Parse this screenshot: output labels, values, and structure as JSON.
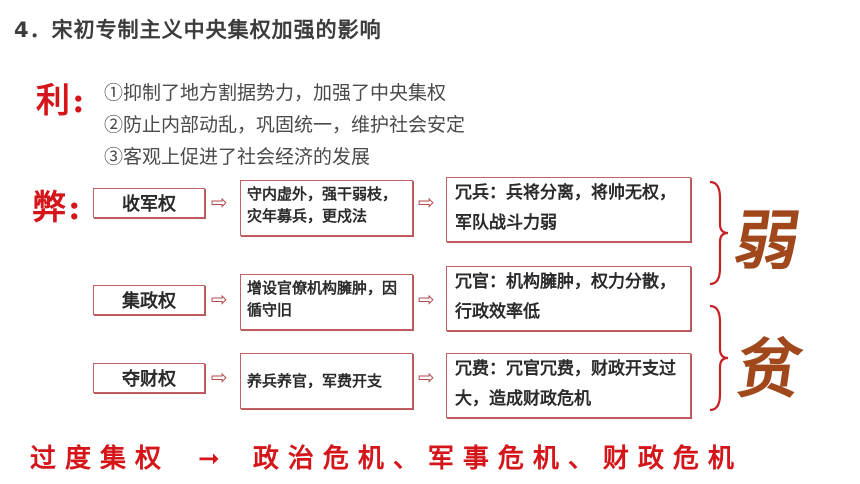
{
  "title": "4．宋初专制主义中央集权加强的影响",
  "pros": {
    "heading": "利:",
    "items": [
      "①抑制了地方割据势力，加强了中央集权",
      "②防止内部动乱，巩固统一，维护社会安定",
      "③客观上促进了社会经济的发展"
    ]
  },
  "cons": {
    "heading": "弊:",
    "rows": [
      {
        "source": "收军权",
        "measure": "守内虚外，强干弱枝，灾年募兵，更戍法",
        "result": "冗兵：兵将分离，将帅无权，军队战斗力弱"
      },
      {
        "source": "集政权",
        "measure": "增设官僚机构臃肿，因循守旧",
        "result": "冗官：机构臃肿，权力分散，行政效率低"
      },
      {
        "source": "夺财权",
        "measure": "养兵养官，军费开支",
        "result": "冗费：冗官冗费，财政开支过大，造成财政危机"
      }
    ],
    "arrow": "⇨"
  },
  "labels": {
    "weak": "弱",
    "poor": "贫"
  },
  "conclusion": {
    "left": "过度集权",
    "arrow": "➞",
    "right": "政治危机、军事危机、财政危机"
  }
}
